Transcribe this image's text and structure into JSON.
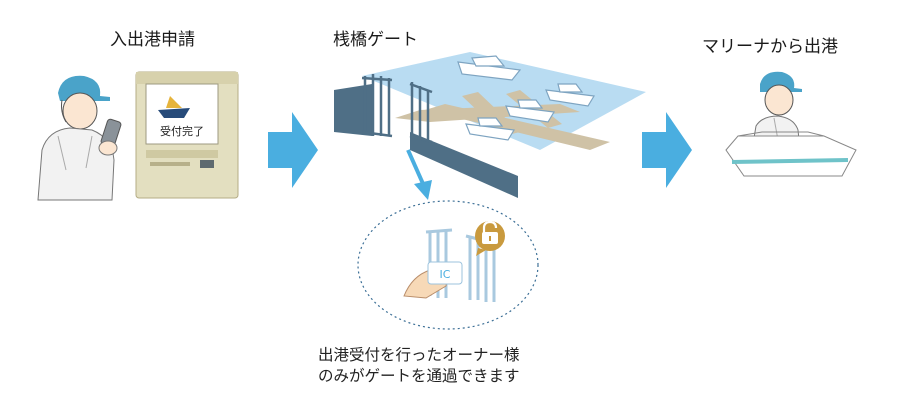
{
  "steps": [
    {
      "title": "入出港申請",
      "kiosk_screen_text": "受付完了"
    },
    {
      "title": "桟橋ゲート",
      "ic_card_text": "IC"
    },
    {
      "title": "マリーナから出港"
    }
  ],
  "caption": {
    "line1": "出港受付を行ったオーナー様",
    "line2": "のみがゲートを通過できます"
  },
  "colors": {
    "arrow": "#4aaee0",
    "water": "#b9dcf2",
    "gate": "#4f6f86",
    "pier": "#cfc2a6",
    "cap": "#4aa3c9"
  }
}
